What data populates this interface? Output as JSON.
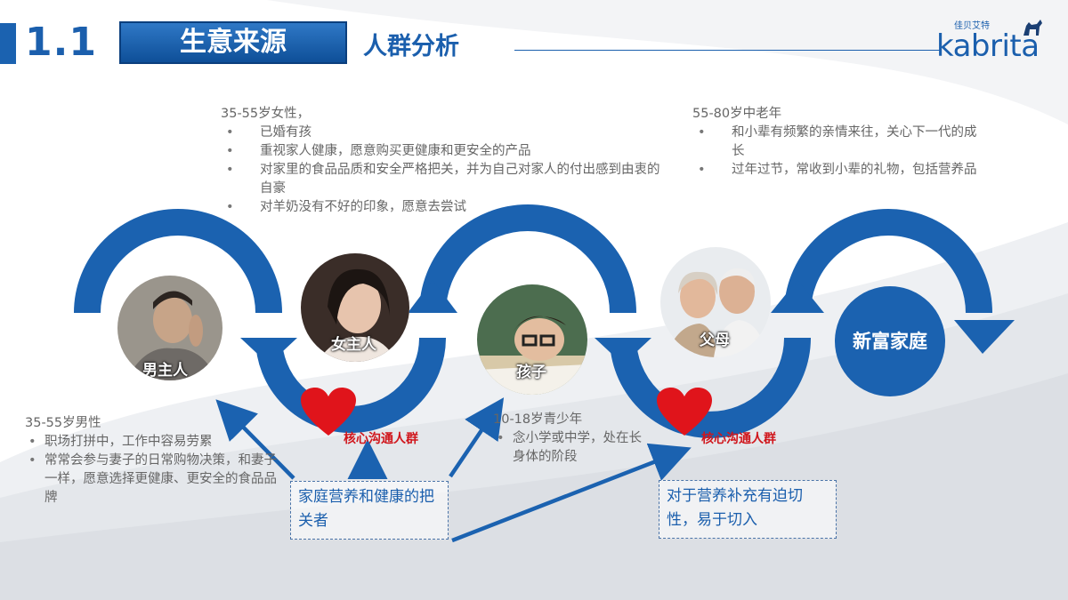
{
  "header": {
    "section_number": "1.1",
    "title": "生意来源",
    "subtitle": "人群分析"
  },
  "logo": {
    "brand": "kabrita",
    "brand_cn": "佳贝艾特"
  },
  "colors": {
    "primary_blue": "#1b62b0",
    "heart_red": "#e0141b",
    "text_gray": "#666666"
  },
  "segments": {
    "wife": {
      "heading": "35-55岁女性，",
      "bullets": [
        "已婚有孩",
        "重视家人健康，愿意购买更健康和更安全的产品",
        "对家里的食品品质和安全严格把关，并为自己对家人的付出感到由衷的自豪",
        "对羊奶没有不好的印象，愿意去尝试"
      ]
    },
    "elders": {
      "heading": "55-80岁中老年",
      "bullets": [
        "和小辈有频繁的亲情来往，关心下一代的成长",
        "过年过节，常收到小辈的礼物，包括营养品"
      ]
    },
    "husband": {
      "heading": "35-55岁男性",
      "bullets": [
        "职场打拼中，工作中容易劳累",
        "常常会参与妻子的日常购物决策，和妻子一样，愿意选择更健康、更安全的食品品牌"
      ]
    },
    "teen": {
      "heading": "10-18岁青少年",
      "bullets": [
        "念小学或中学，处在长身体的阶段"
      ]
    }
  },
  "circles": {
    "husband": "男主人",
    "wife": "女主人",
    "child": "孩子",
    "parents": "父母",
    "final": "新富家庭"
  },
  "core_label": "核心沟通人群",
  "callouts": {
    "gatekeeper": "家庭营养和健康的把关者",
    "urgent": "对于营养补充有迫切性，易于切入"
  },
  "icons": [
    "heart-icon",
    "goat-icon",
    "arrow-icon"
  ]
}
